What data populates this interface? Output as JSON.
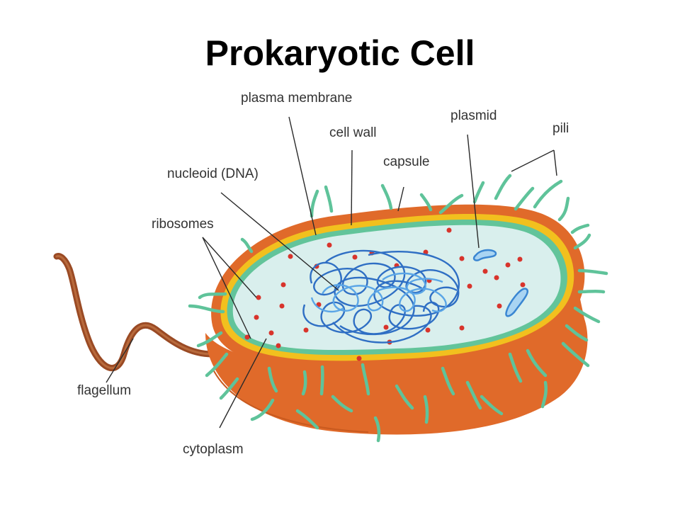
{
  "title": "Prokaryotic Cell",
  "labels": {
    "plasma_membrane": "plasma membrane",
    "cell_wall": "cell wall",
    "capsule": "capsule",
    "plasmid": "plasmid",
    "pili": "pili",
    "nucleoid": "nucleoid (DNA)",
    "ribosomes": "ribosomes",
    "flagellum": "flagellum",
    "cytoplasm": "cytoplasm"
  },
  "colors": {
    "capsule": "#e06a2a",
    "cell_wall": "#f2c01e",
    "plasma_membrane": "#62c49a",
    "cytoplasm": "#d9efed",
    "ribosomes": "#d8342c",
    "dna_dark": "#2f6fc4",
    "dna_light": "#5aa5e6",
    "flagellum": "#a0522d",
    "pili": "#5fc39a"
  }
}
